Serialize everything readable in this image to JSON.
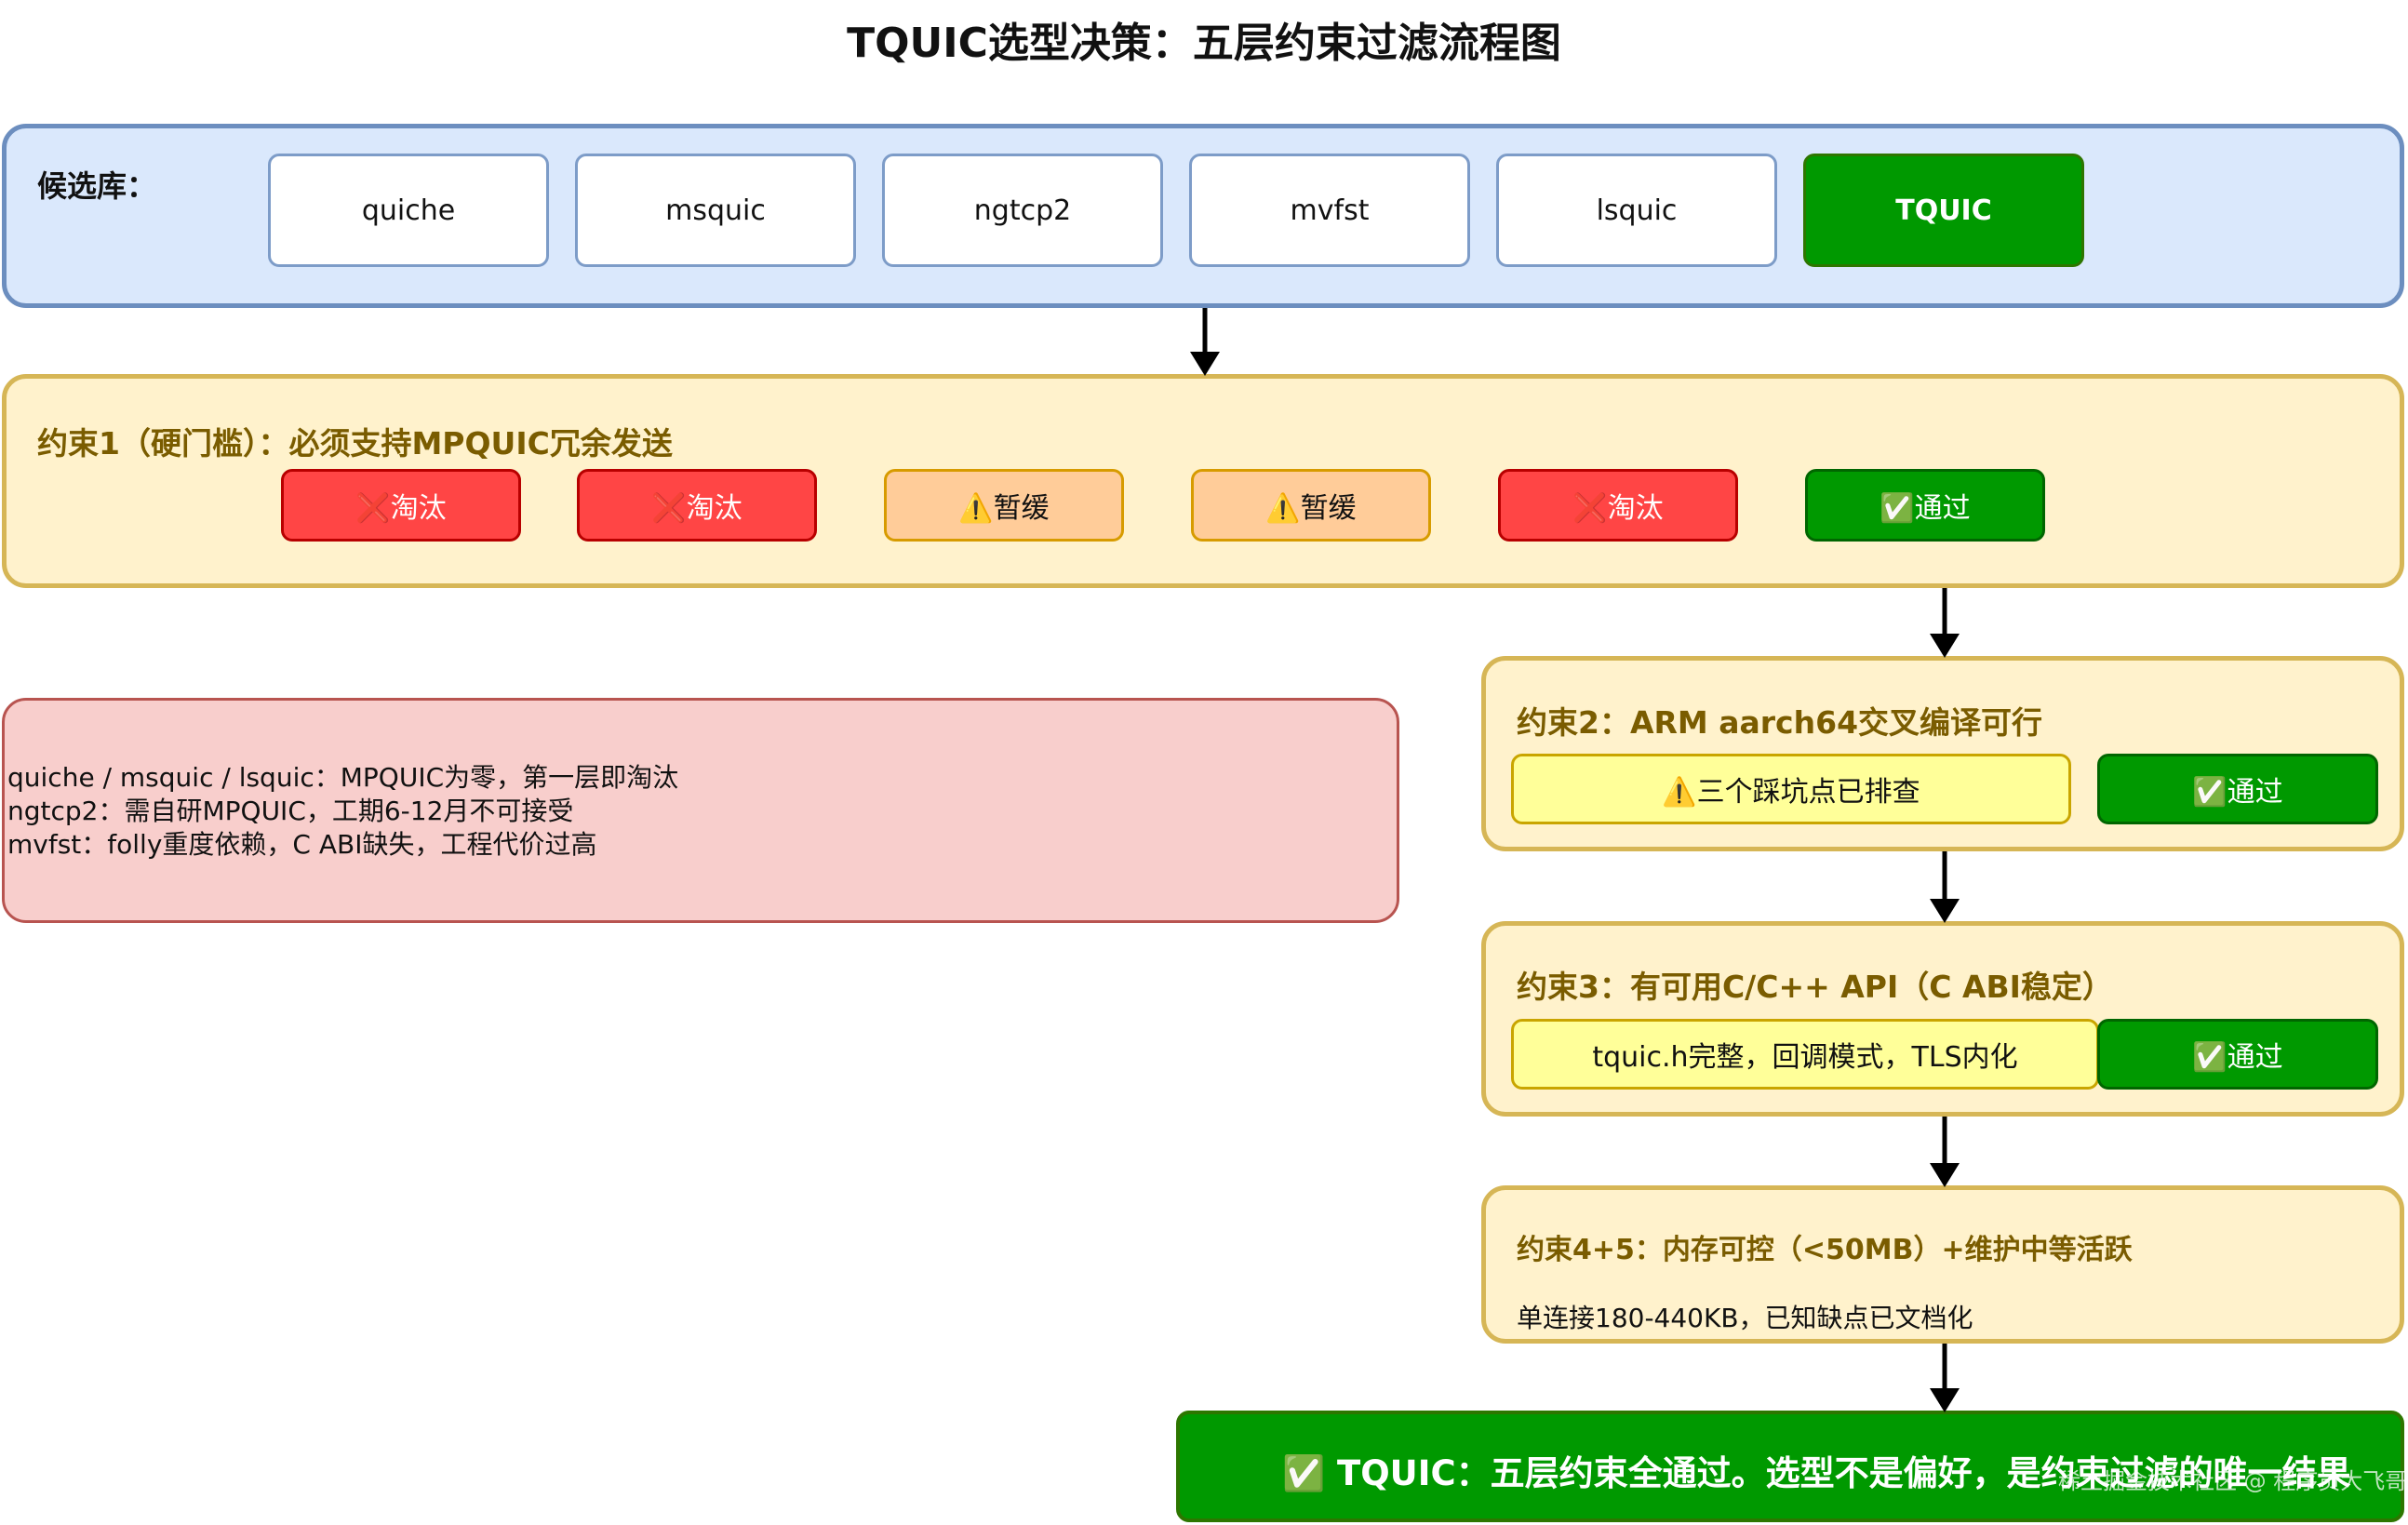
{
  "title": "TQUIC选型决策：五层约束过滤流程图",
  "candidates": {
    "label": "候选库：",
    "items": [
      "quiche",
      "msquic",
      "ngtcp2",
      "mvfst",
      "lsquic",
      "TQUIC"
    ]
  },
  "constraint1": {
    "title": "约束1（硬门槛）：必须支持MPQUIC冗余发送",
    "statuses": [
      "❌淘汰",
      "❌淘汰",
      "⚠️暂缓",
      "⚠️暂缓",
      "❌淘汰",
      "✅通过"
    ]
  },
  "eliminated_notes": {
    "lines": [
      "quiche / msquic / lsquic：MPQUIC为零，第一层即淘汰",
      "ngtcp2：需自研MPQUIC，工期6-12月不可接受",
      "mvfst：folly重度依赖，C ABI缺失，工程代价过高"
    ]
  },
  "constraint2": {
    "title": "约束2：ARM aarch64交叉编译可行",
    "detail": "⚠️三个踩坑点已排查",
    "status": "✅通过"
  },
  "constraint3": {
    "title": "约束3：有可用C/C++ API（C ABI稳定）",
    "detail": "tquic.h完整，回调模式，TLS内化",
    "status": "✅通过"
  },
  "constraint45": {
    "title": "约束4+5：内存可控（<50MB）+维护中等活跃",
    "detail": "单连接180-440KB，已知缺点已文档化"
  },
  "final": {
    "text": "✅ TQUIC：五层约束全通过。选型不是偏好，是约束过滤的唯一结果"
  },
  "watermark": "稀土掘金技术社区 @ 程序员大飞哥",
  "colors": {
    "candidate_panel": "#dae8fc",
    "constraint_panel": "#fff2cc",
    "eliminated": "#ff4545",
    "deferred": "#ffcc99",
    "pass": "#009900",
    "notes_panel": "#f8cecc"
  }
}
